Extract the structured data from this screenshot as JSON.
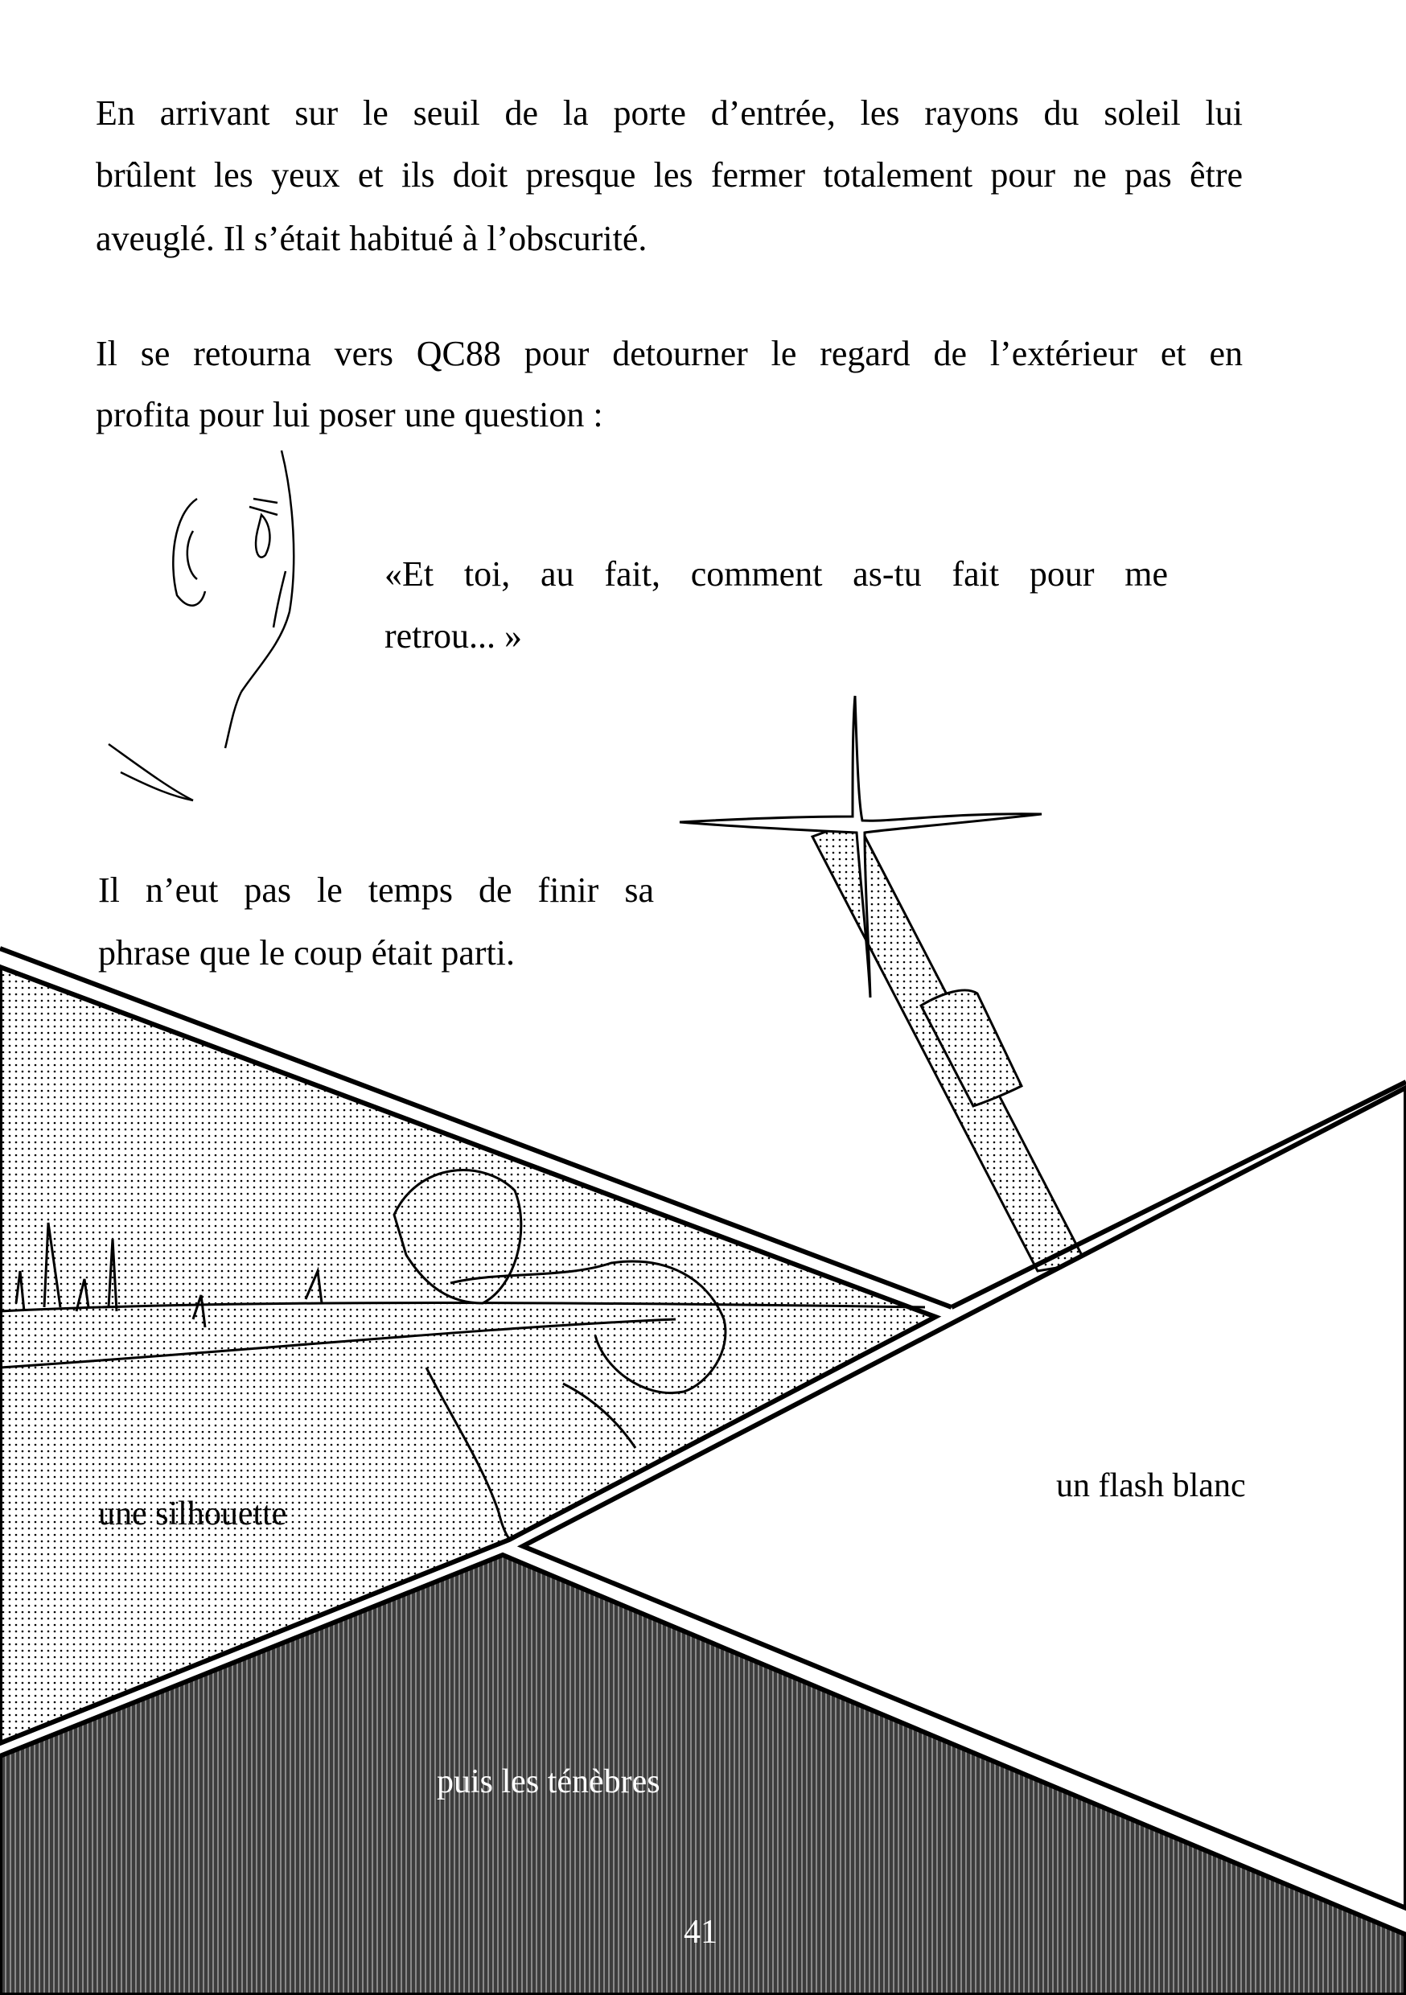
{
  "narration": {
    "para1": [
      "En arrivant sur le seuil de la porte d’entrée, les rayons du soleil lui",
      "brûlent les yeux et ils doit presque les fermer totalement pour ne pas être",
      "aveuglé. Il s’était habitué à l’obscurité."
    ],
    "para2": [
      "Il se retourna vers QC88 pour detourner le regard de l’extérieur et en",
      "profita pour lui poser une question :"
    ],
    "dialogue": [
      "«Et toi, au fait, comment as-tu fait pour me",
      "retrou... »"
    ],
    "para3": [
      "Il n’eut pas le temps de finir sa",
      "phrase que le coup était parti."
    ]
  },
  "panels": {
    "silhouette_caption": "une silhouette",
    "flash_caption": "un flash blanc",
    "darkness_caption": "puis les ténèbres"
  },
  "page_number": "41",
  "colors": {
    "ink": "#000000",
    "paper": "#ffffff",
    "dark_tone": "#4a4a4a"
  }
}
